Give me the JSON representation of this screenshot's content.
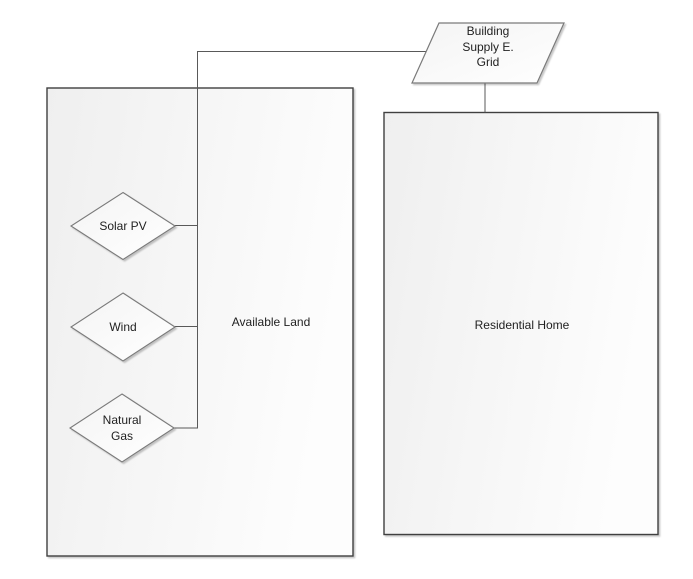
{
  "diagram": {
    "type": "flowchart",
    "colors": {
      "background": "#ffffff",
      "connector": "#595959",
      "shape_border": "#7a7a7a",
      "container_border": "#3f3f3f",
      "shape_fill_light": "#f0f0f0",
      "shape_fill_white": "#fdfdfd",
      "text": "#1f1f1f"
    },
    "nodes": {
      "building_supply_grid": {
        "shape": "parallelogram",
        "lines": [
          "Building",
          "Supply E.",
          "Grid"
        ]
      },
      "available_land": {
        "shape": "rectangle",
        "label": "Available Land"
      },
      "residential_home": {
        "shape": "rectangle",
        "label": "Residential Home"
      },
      "solar_pv": {
        "shape": "diamond",
        "label": "Solar PV"
      },
      "wind": {
        "shape": "diamond",
        "label": "Wind"
      },
      "natural_gas": {
        "shape": "diamond",
        "lines": [
          "Natural",
          "Gas"
        ]
      }
    },
    "edges": [
      {
        "from": "solar_pv",
        "to": "building_supply_grid"
      },
      {
        "from": "wind",
        "to": "building_supply_grid"
      },
      {
        "from": "natural_gas",
        "to": "building_supply_grid"
      },
      {
        "from": "building_supply_grid",
        "to": "residential_home"
      }
    ]
  }
}
